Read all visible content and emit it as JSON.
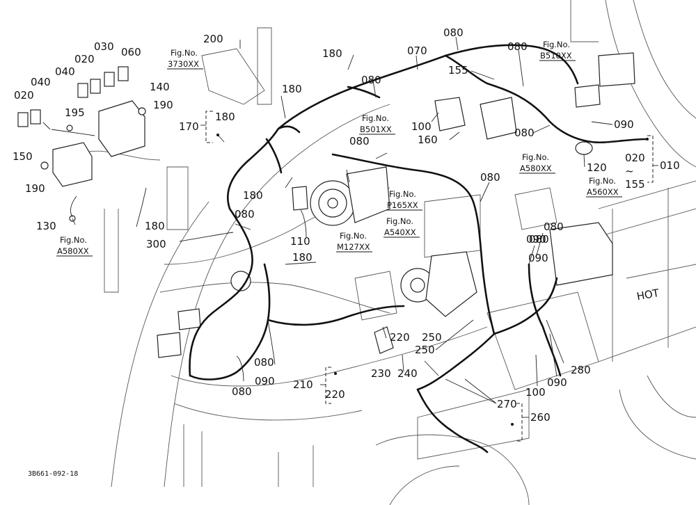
{
  "diagram": {
    "part_labels": [
      "200",
      "030",
      "020",
      "040",
      "060",
      "020",
      "040",
      "140",
      "195",
      "190",
      "150",
      "190",
      "130",
      "180",
      "170",
      "180",
      "180",
      "180",
      "070",
      "080",
      "080",
      "155",
      "080",
      "080",
      "100",
      "160",
      "080",
      "090",
      "120",
      "010",
      "020",
      "155",
      "080",
      "080",
      "180",
      "300",
      "110",
      "180",
      "080",
      "090",
      "080",
      "090",
      "220",
      "250",
      "250",
      "230",
      "240",
      "210",
      "220",
      "080",
      "090",
      "080",
      "270",
      "260",
      "100",
      "090",
      "280"
    ],
    "fig_refs": [
      {
        "prefix": "Fig.No.",
        "code": "3730XX"
      },
      {
        "prefix": "Fig.No.",
        "code": "B510XX"
      },
      {
        "prefix": "Fig.No.",
        "code": "B501XX"
      },
      {
        "prefix": "Fig.No.",
        "code": "A580XX"
      },
      {
        "prefix": "Fig.No.",
        "code": "A560XX"
      },
      {
        "prefix": "Fig.No.",
        "code": "P165XX"
      },
      {
        "prefix": "Fig.No.",
        "code": "A540XX"
      },
      {
        "prefix": "Fig.No.",
        "code": "M127XX"
      },
      {
        "prefix": "Fig.No.",
        "code": "A580XX"
      }
    ],
    "range_separator": "~",
    "drawing_code": "3B661-092-18",
    "engine_mark": "HOT"
  }
}
